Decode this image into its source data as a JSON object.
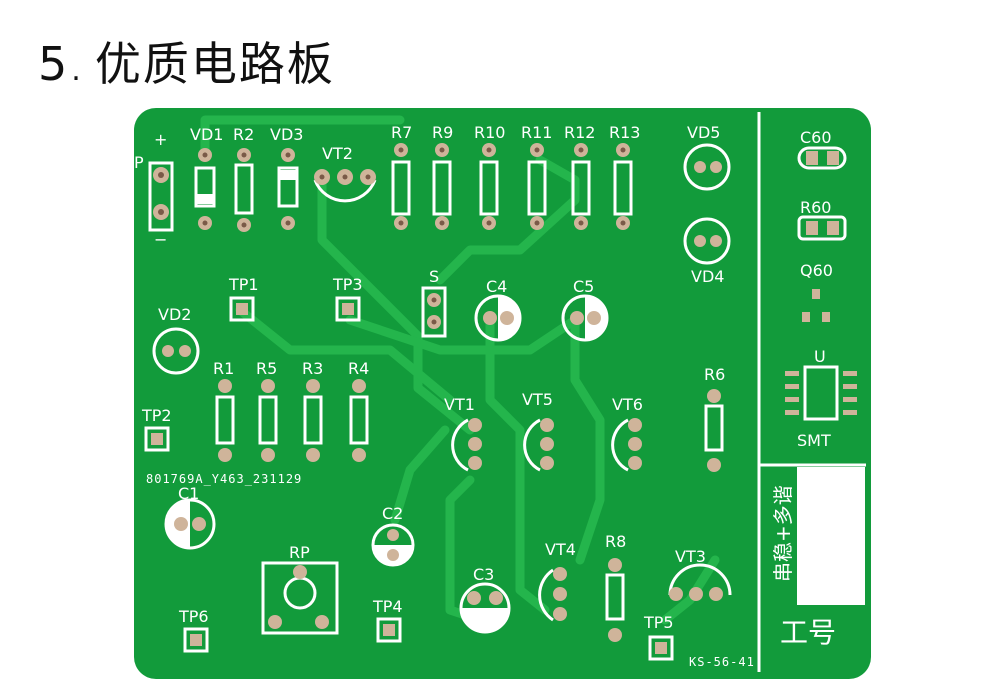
{
  "title": {
    "number": "5",
    "separator": ".",
    "text": "优质电路板"
  },
  "colors": {
    "board": "#129b3b",
    "trace": "#22b24a",
    "silkscreen": "#ffffff",
    "pad": "#cfb49a",
    "hole": "#7a5a48"
  },
  "board_labels": {
    "plus": "+",
    "minus": "−",
    "p": "P",
    "vd1": "VD1",
    "r2": "R2",
    "vd3": "VD3",
    "vt2": "VT2",
    "r7": "R7",
    "r9": "R9",
    "r10": "R10",
    "r11": "R11",
    "r12": "R12",
    "r13": "R13",
    "vd5": "VD5",
    "vd4": "VD4",
    "c60": "C60",
    "r60": "R60",
    "q60": "Q60",
    "u": "U",
    "smt": "SMT",
    "tp1": "TP1",
    "tp3": "TP3",
    "s": "S",
    "c4": "C4",
    "c5": "C5",
    "vd2": "VD2",
    "r1": "R1",
    "r5": "R5",
    "r3": "R3",
    "r4": "R4",
    "vt1": "VT1",
    "vt5": "VT5",
    "vt6": "VT6",
    "r6": "R6",
    "tp2": "TP2",
    "serial": "801769A_Y463_231129",
    "c1": "C1",
    "c2": "C2",
    "rp": "RP",
    "tp4": "TP4",
    "c3": "C3",
    "vt4": "VT4",
    "r8": "R8",
    "vt3": "VT3",
    "tp5": "TP5",
    "tp6": "TP6",
    "code": "KS-56-41",
    "side_text": "串稳+多谐",
    "work_no": "工号"
  }
}
